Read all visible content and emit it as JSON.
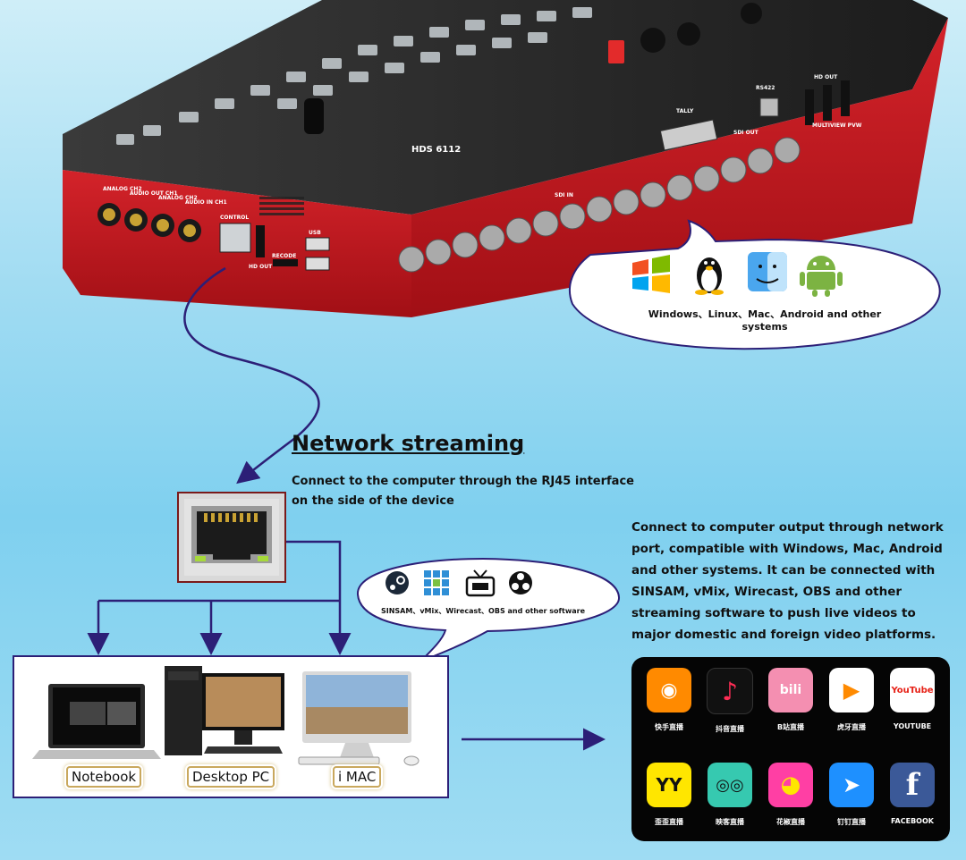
{
  "device": {
    "model_text": "HDS 6112",
    "port_labels": {
      "analog_ch2": "ANALOG CH2",
      "audio_out_ch1": "AUDIO OUT CH1",
      "analog_ch2b": "ANALOG CH2",
      "audio_in_ch1": "AUDIO IN CH1",
      "control": "CONTROL",
      "hd_out": "HD OUT",
      "recode": "RECODE",
      "usb": "USB",
      "sdi_in": "SDI IN",
      "sdi_out": "SDI OUT",
      "tally": "TALLY",
      "rs422": "RS422",
      "hd_out_top": "HD OUT",
      "multiview_pvw": "MULTIVIEW PVW"
    }
  },
  "os_bubble": {
    "icons": [
      "windows-icon",
      "linux-icon",
      "mac-icon",
      "android-icon"
    ],
    "caption": "Windows、Linux、Mac、Android and other systems"
  },
  "heading": {
    "title": "Network streaming",
    "subtitle": "Connect to the computer through the RJ45 interface on the side of the device"
  },
  "software_bubble": {
    "icons": [
      "steam-icon",
      "vmix-icon",
      "wirecast-icon",
      "obs-icon"
    ],
    "caption": "SINSAM、vMix、Wirecast、OBS and other software"
  },
  "description": "Connect to computer output through network port, compatible with Windows, Mac, Android and other systems. It can be connected with SINSAM, vMix, Wirecast, OBS and other streaming software to push live videos to major domestic and foreign video platforms.",
  "computers": [
    {
      "label": "Notebook"
    },
    {
      "label": "Desktop PC"
    },
    {
      "label": "i MAC"
    }
  ],
  "platforms": [
    {
      "label": "快手直播",
      "color": "#ff8a00",
      "glyph": "◉"
    },
    {
      "label": "抖音直播",
      "color": "#111111",
      "glyph": "♪"
    },
    {
      "label": "B站直播",
      "color": "#f48fb1",
      "glyph": "bili"
    },
    {
      "label": "虎牙直播",
      "color": "#ffffff",
      "glyph": "▶"
    },
    {
      "label": "YOUTUBE",
      "color": "#ffffff",
      "glyph": "YouTube"
    },
    {
      "label": "歪歪直播",
      "color": "#ffe600",
      "glyph": "YY"
    },
    {
      "label": "映客直播",
      "color": "#36c9b0",
      "glyph": "◎◎"
    },
    {
      "label": "花椒直播",
      "color": "#ff3fa4",
      "glyph": "◕"
    },
    {
      "label": "钉钉直播",
      "color": "#1e90ff",
      "glyph": "➤"
    },
    {
      "label": "FACEBOOK",
      "color": "#3b5998",
      "glyph": "f"
    }
  ],
  "colors": {
    "device_red": "#c4151c",
    "arrow_navy": "#2c1f77",
    "background": "#9fdbf2"
  }
}
